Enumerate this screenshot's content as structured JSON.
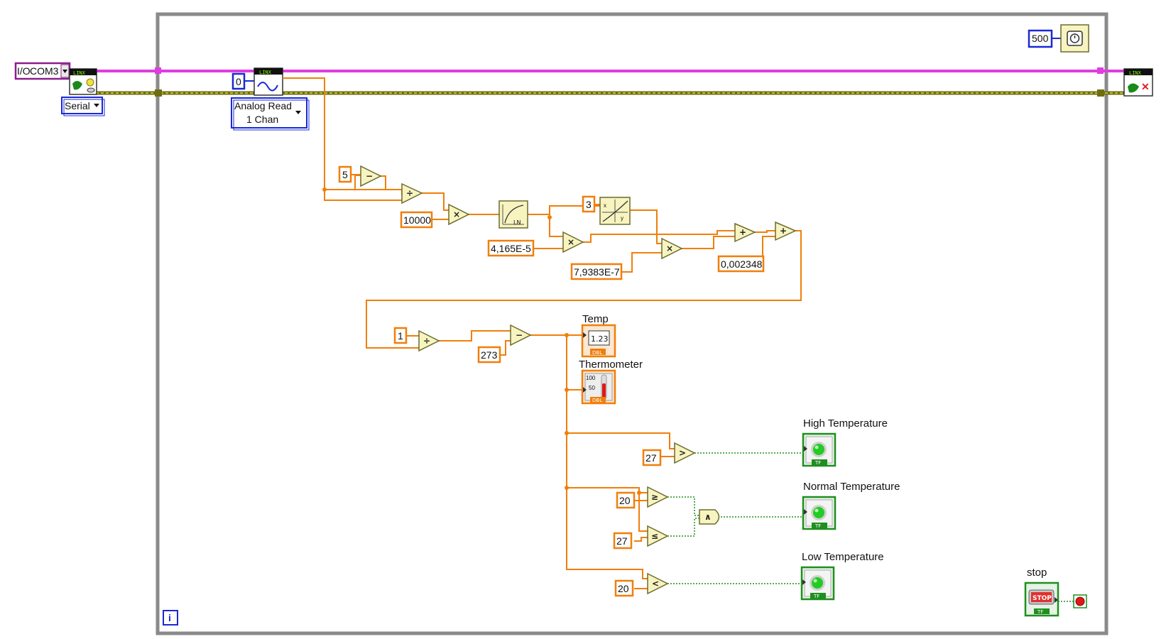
{
  "diagram": {
    "resource": {
      "label": "COM3",
      "glyph": "I/O"
    },
    "interface": {
      "label": "Serial"
    },
    "channel": {
      "value": "0"
    },
    "analog_read": {
      "line1": "Analog Read",
      "line2": "1 Chan"
    },
    "wait_ms": {
      "value": "500"
    },
    "linx_badge": "LINX",
    "constants": {
      "five": "5",
      "ten_thousand": "10000",
      "three": "3",
      "b_coeff": "4,165E-5",
      "c_coeff": "7,9383E-7",
      "a_coeff": "0,002348",
      "one": "1",
      "kelvin": "273",
      "high_limit": "27",
      "normal_low": "20",
      "normal_high": "27",
      "low_limit": "20"
    },
    "indicators": {
      "temp": {
        "label": "Temp",
        "value": "1.23"
      },
      "thermometer": {
        "label": "Thermometer",
        "scale_top": "100",
        "scale_mid": "50"
      },
      "high": {
        "label": "High Temperature"
      },
      "normal": {
        "label": "Normal Temperature"
      },
      "low": {
        "label": "Low Temperature"
      },
      "stop": {
        "label": "stop",
        "button_text": "STOP"
      }
    },
    "dbl_tag": "DBL",
    "tf_tag": "TF",
    "iteration": "i",
    "ln_label": "LN",
    "colors": {
      "wire_numeric": "#f07f0a",
      "wire_bool": "#1f8f1f",
      "wire_resource": "#e03ce0",
      "wire_error": "#6e6e10",
      "loop_border": "#8a8a8a",
      "led_on": "#22cc22"
    }
  }
}
